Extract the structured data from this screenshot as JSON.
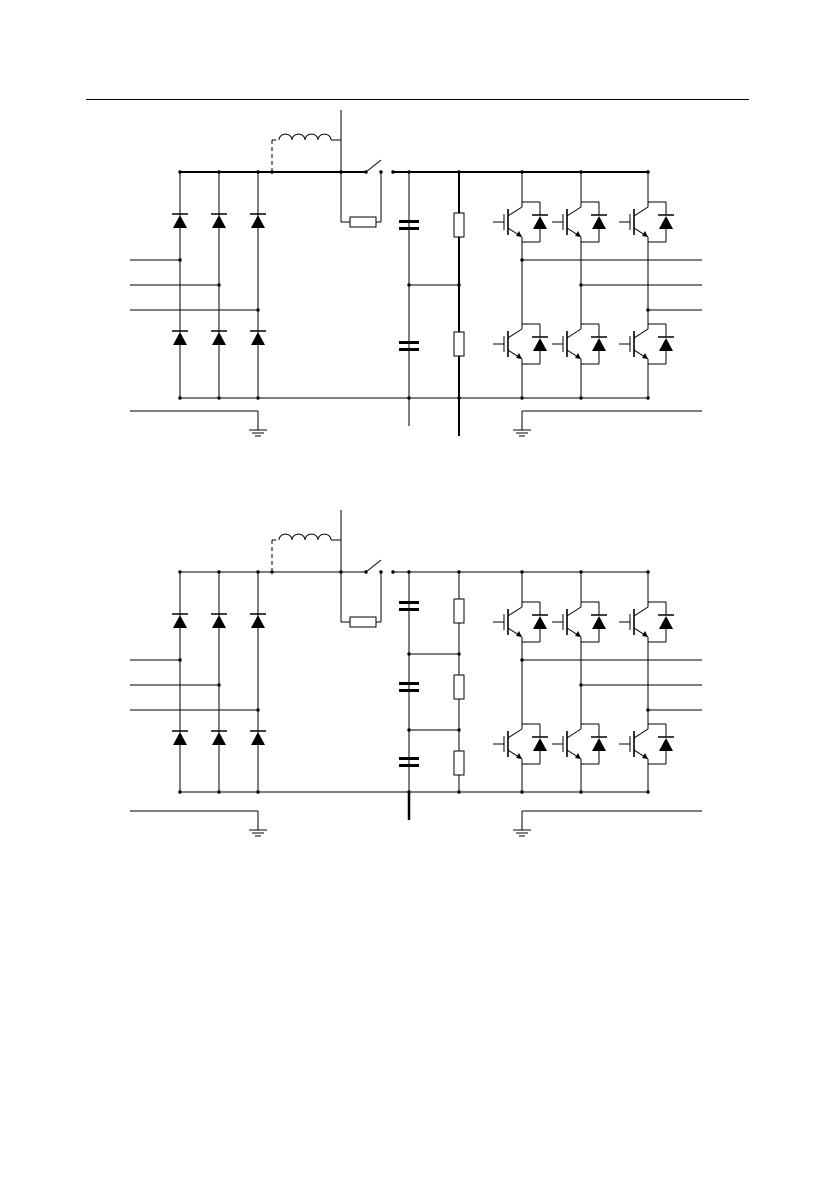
{
  "page": {
    "page_number": "",
    "colors": {
      "ink": "#000000",
      "paper": "#ffffff"
    }
  },
  "diagrams": [
    {
      "name": "inverter-circuit-two-capacitors",
      "dc_capacitors": 2,
      "bleeder_resistors": 2,
      "midpoint_rail_heavy": true,
      "rectifier_diodes": 6,
      "igbt_switches": 6
    },
    {
      "name": "inverter-circuit-three-capacitors",
      "dc_capacitors": 3,
      "bleeder_resistors": 3,
      "midpoint_rail_heavy": false,
      "rectifier_diodes": 6,
      "igbt_switches": 6
    }
  ]
}
